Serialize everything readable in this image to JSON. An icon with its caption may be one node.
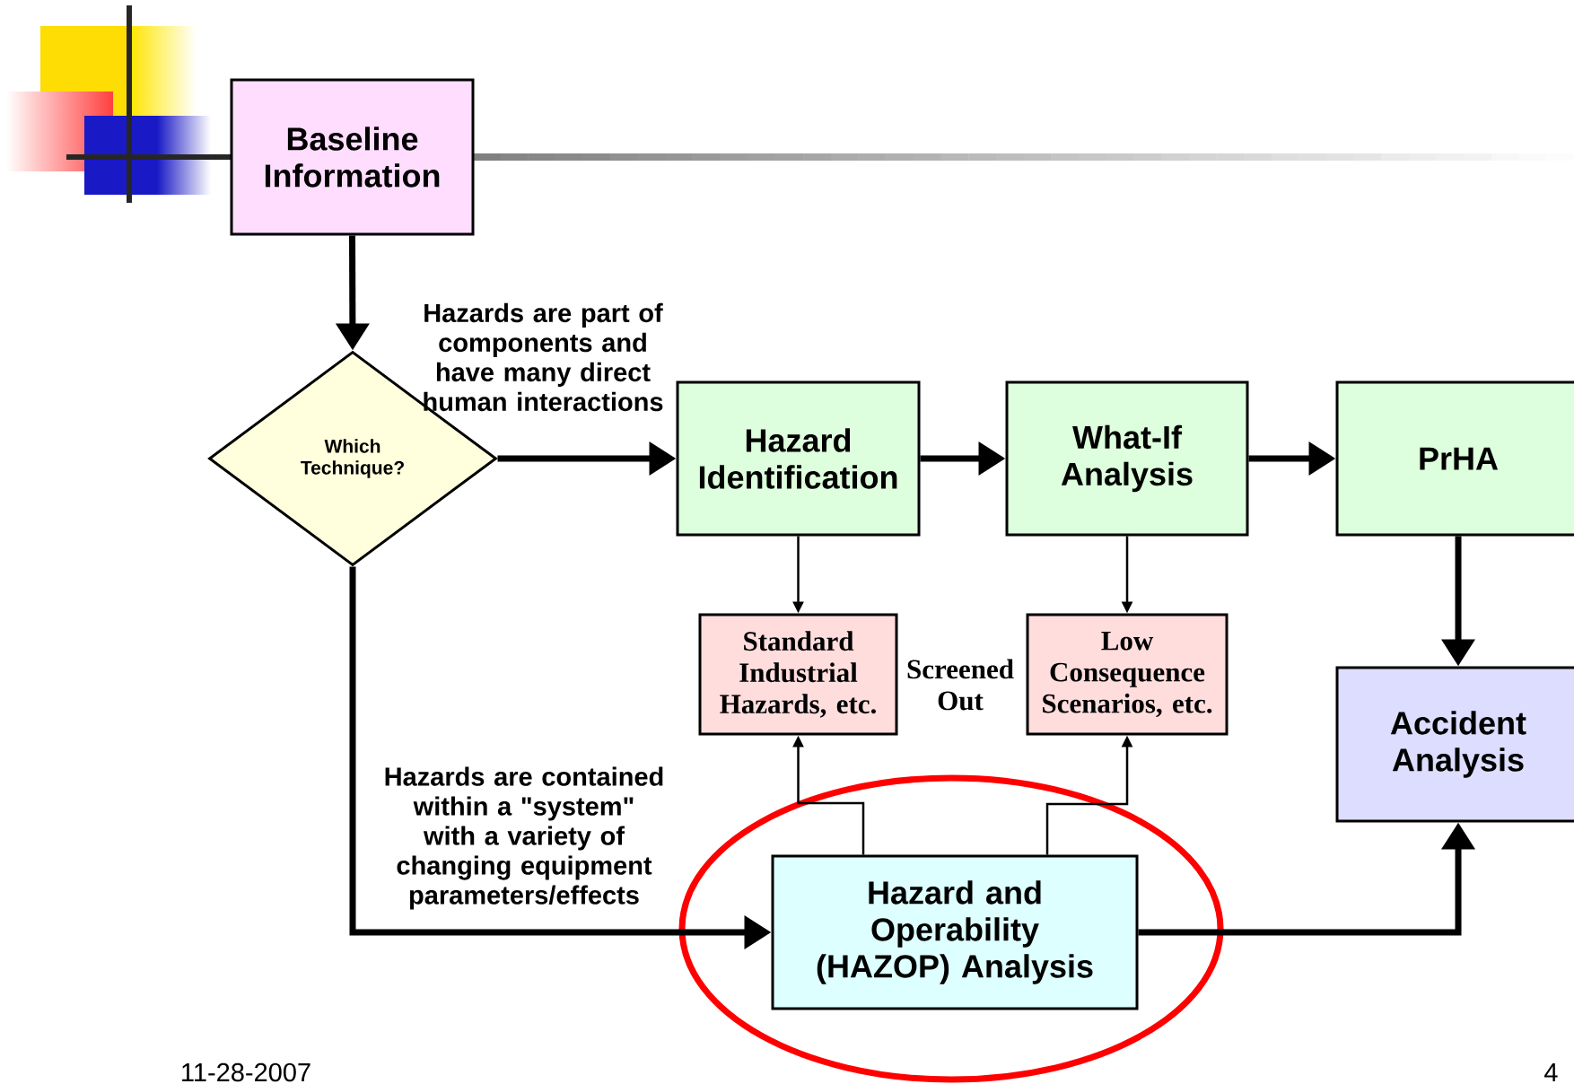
{
  "diagram": {
    "nodes": [
      {
        "text": [
          "Baseline Information"
        ]
      },
      {
        "text": [
          "Which Technique?"
        ]
      },
      {
        "text": [
          "Hazard Identification"
        ]
      },
      {
        "text": [
          "What-If Analysis"
        ]
      },
      {
        "text": [
          "PrHA"
        ]
      },
      {
        "text": [
          "Standard Industrial Hazards, etc."
        ]
      },
      {
        "text": [
          "Low Consequence Scenarios, etc."
        ]
      },
      {
        "text": [
          "Accident Analysis"
        ]
      },
      {
        "text": [
          "Hazard and Operability (HAZOP) Analysis"
        ]
      }
    ],
    "edges": [
      {
        "from": 0,
        "to": 1,
        "arrow": "to"
      },
      {
        "from": 1,
        "to": 2,
        "arrow": "to",
        "label": "Hazards are part of components and have many direct human interactions"
      },
      {
        "from": 1,
        "to": 8,
        "arrow": "to",
        "label": "Hazards are contained within a \"system\" with a variety of changing equipment parameters/effects"
      },
      {
        "from": 2,
        "to": 3,
        "arrow": "to"
      },
      {
        "from": 3,
        "to": 4,
        "arrow": "to"
      },
      {
        "from": 4,
        "to": 7,
        "arrow": "to"
      },
      {
        "from": 2,
        "to": 5,
        "arrow": "to"
      },
      {
        "from": 3,
        "to": 6,
        "arrow": "to"
      },
      {
        "from": 8,
        "to": 5,
        "arrow": "to"
      },
      {
        "from": 8,
        "to": 6,
        "arrow": "to"
      },
      {
        "from": 8,
        "to": 7,
        "arrow": "to"
      }
    ],
    "labels": [
      "Screened Out",
      "11-28-2007",
      "4"
    ]
  }
}
